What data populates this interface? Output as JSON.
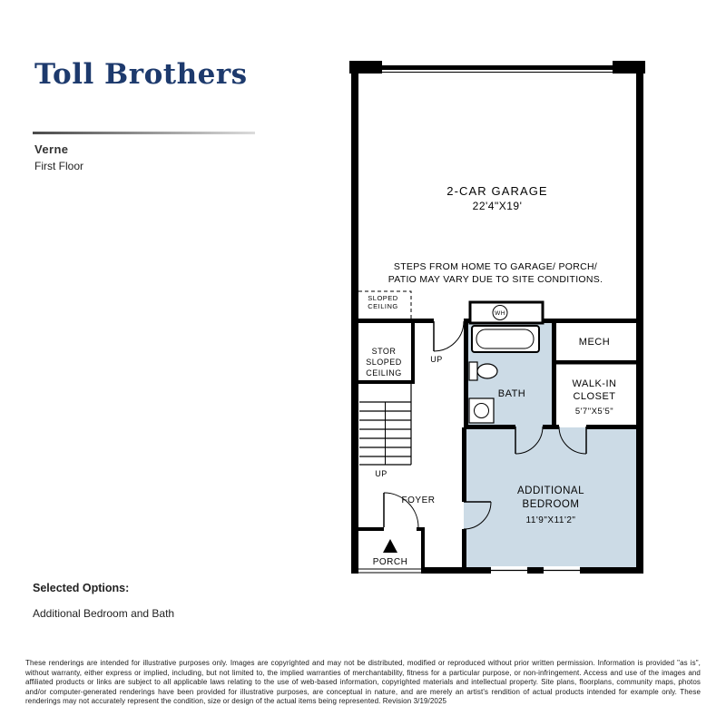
{
  "header": {
    "logo": "Toll Brothers",
    "plan_name": "Verne",
    "floor_name": "First Floor"
  },
  "floorplan": {
    "garage_label": "2-CAR GARAGE",
    "garage_dims": "22'4\"X19'",
    "steps_note_1": "STEPS FROM HOME TO GARAGE/ PORCH/",
    "steps_note_2": "PATIO MAY VARY DUE TO SITE CONDITIONS.",
    "sloped_1": "SLOPED",
    "sloped_2": "CEILING",
    "stor_1": "STOR",
    "stor_2": "SLOPED",
    "stor_3": "CEILING",
    "up_upper": "UP",
    "up_lower": "UP",
    "wh": "WH",
    "bath": "BATH",
    "mech": "MECH",
    "walkin_1": "WALK-IN",
    "walkin_2": "CLOSET",
    "walkin_dims": "5'7\"X5'5\"",
    "bedroom_1": "ADDITIONAL",
    "bedroom_2": "BEDROOM",
    "bedroom_dims": "11'9\"X11'2\"",
    "foyer": "FOYER",
    "porch": "PORCH"
  },
  "options": {
    "heading": "Selected Options:",
    "items": [
      "Additional Bedroom and Bath"
    ]
  },
  "footer": {
    "disclaimer": "These renderings are intended for illustrative purposes only. Images are copyrighted and may not be distributed, modified or reproduced without prior written permission. Information is provided \"as is\", without warranty, either express or implied, including, but not limited to, the implied warranties of merchantability, fitness for a particular purpose, or non-infringement. Access and use of the images and affiliated products or links are subject to all applicable laws relating to the use of web-based information, copyrighted materials and intellectual property. Site plans, floorplans, community maps, photos and/or computer-generated renderings have been provided for illustrative purposes, are conceptual in nature, and are merely an artist's rendition of actual products intended for example only. These renderings may not accurately represent the condition, size or design of the actual items being represented. Revision 3/19/2025"
  },
  "colors": {
    "brand_navy": "#1d3a6d",
    "room_fill": "#ccdbe6",
    "wall_black": "#000000"
  }
}
